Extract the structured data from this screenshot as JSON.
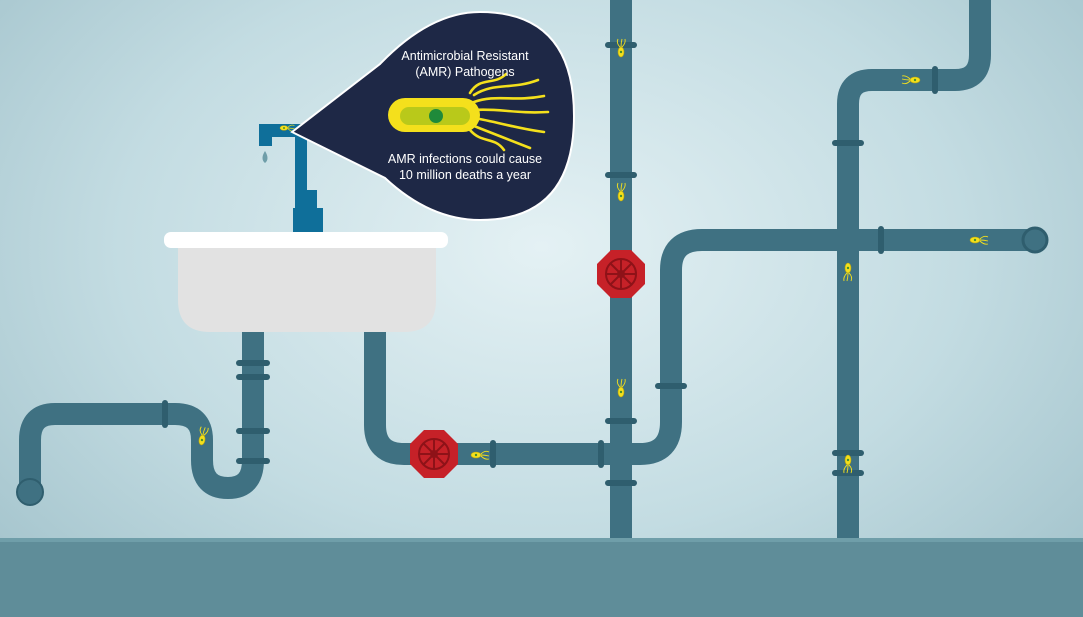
{
  "callout": {
    "title_line1": "Antimicrobial Resistant",
    "title_line2": "(AMR) Pathogens",
    "caption_line1": "AMR infections could cause",
    "caption_line2": "10 million deaths a year"
  },
  "colors": {
    "background": "#d8e9ee",
    "pipe": "#3f7182",
    "pipe_dark": "#2f5e6e",
    "floor": "#5f8d99",
    "valve": "#c62128",
    "callout": "#1e2846",
    "pathogen": "#f4e01c",
    "sink": "#e8e8e8",
    "faucet": "#0f6f9a"
  },
  "icons": {
    "pathogen": "bacterium-icon",
    "valve": "valve-wheel-icon",
    "droplet": "water-drop-icon"
  }
}
